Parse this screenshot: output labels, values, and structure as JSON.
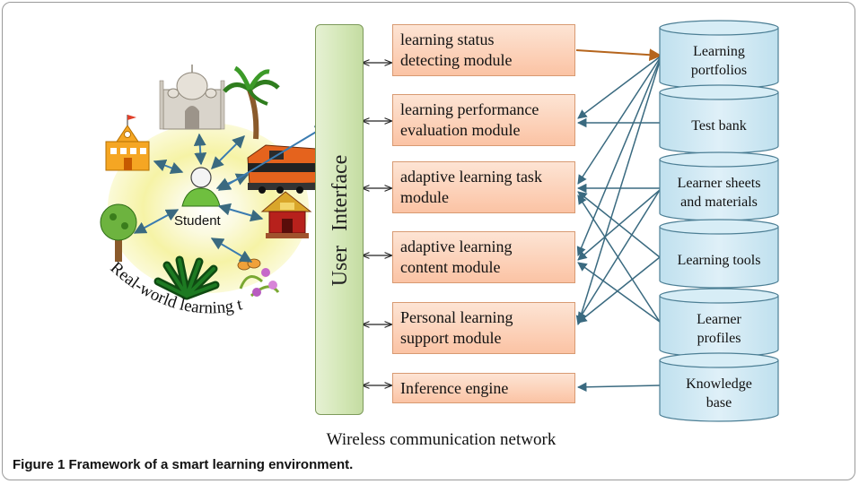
{
  "ui_label": "User   Interface",
  "student_label": "Student",
  "targets_label": "Real-world learning targets",
  "modules": [
    {
      "lines": [
        "learning status",
        "detecting module"
      ]
    },
    {
      "lines": [
        "learning performance",
        "evaluation module"
      ]
    },
    {
      "lines": [
        "adaptive learning task",
        "module"
      ]
    },
    {
      "lines": [
        "adaptive learning",
        "content module"
      ]
    },
    {
      "lines": [
        "Personal learning",
        "support module"
      ]
    },
    {
      "lines": [
        "Inference engine"
      ]
    }
  ],
  "databases": [
    {
      "lines": [
        "Learning",
        "portfolios"
      ]
    },
    {
      "lines": [
        "Test bank"
      ]
    },
    {
      "lines": [
        "Learner sheets",
        "and materials"
      ]
    },
    {
      "lines": [
        "Learning tools"
      ]
    },
    {
      "lines": [
        "Learner",
        "profiles"
      ]
    },
    {
      "lines": [
        "Knowledge",
        "base"
      ]
    }
  ],
  "network_label": "Wireless communication network",
  "caption": "Figure 1 Framework of a smart learning environment.",
  "colors": {
    "module_fill": "#fbc3a4",
    "module_border": "#d89a72",
    "db_fill": "#cfe8f3",
    "db_border": "#4d7f95",
    "ui_fill": "#d2e6b4",
    "arrow_blue": "#3a6a80",
    "arrow_orange": "#b5651d",
    "halo": "#f6f3a6"
  },
  "icons": [
    "school-icon",
    "taj-mahal-icon",
    "palm-tree-icon",
    "train-icon",
    "temple-icon",
    "tree-icon",
    "plant-icon",
    "butterfly-flower-icon",
    "student-icon"
  ]
}
